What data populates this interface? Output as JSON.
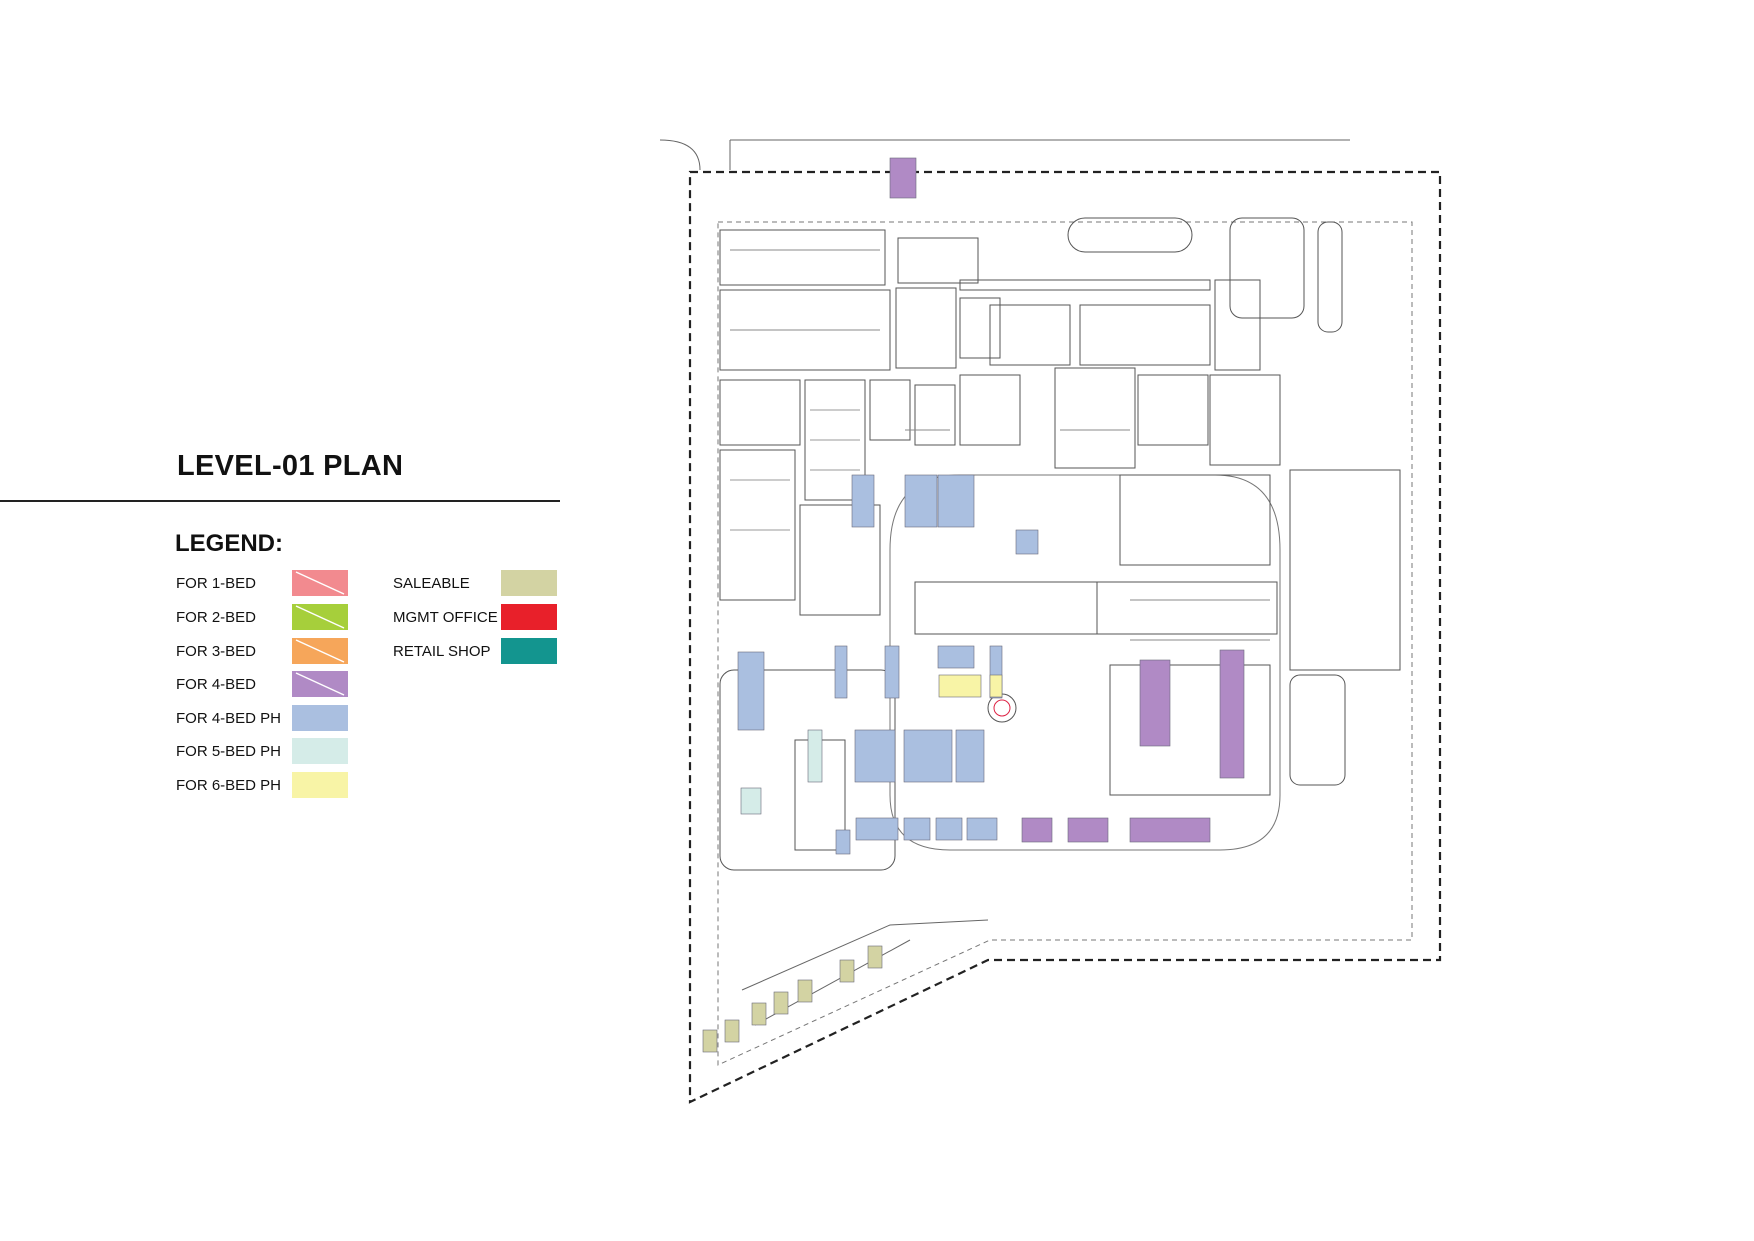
{
  "title": "LEVEL-01 PLAN",
  "legend": {
    "heading": "LEGEND:",
    "left_items": [
      {
        "label": "FOR 1-BED",
        "color": "#f28a8f",
        "hatched": true
      },
      {
        "label": "FOR 2-BED",
        "color": "#a6cf3b",
        "hatched": true
      },
      {
        "label": "FOR 3-BED",
        "color": "#f6a65a",
        "hatched": true
      },
      {
        "label": "FOR 4-BED",
        "color": "#b08ac5",
        "hatched": true
      },
      {
        "label": "FOR 4-BED PH",
        "color": "#aabfe0",
        "hatched": false
      },
      {
        "label": "FOR 5-BED PH",
        "color": "#d5ece8",
        "hatched": false
      },
      {
        "label": "FOR 6-BED PH",
        "color": "#f8f4a6",
        "hatched": false
      }
    ],
    "right_items": [
      {
        "label": "SALEABLE",
        "color": "#d3d3a3",
        "hatched": false
      },
      {
        "label": "MGMT OFFICE",
        "color": "#e8202a",
        "hatched": false
      },
      {
        "label": "RETAIL SHOP",
        "color": "#13958f",
        "hatched": false
      }
    ]
  },
  "plan": {
    "line_color": "#555555",
    "unit_colors": {
      "four_bed": "#b08ac5",
      "four_bed_ph": "#aabfe0",
      "five_bed_ph": "#d5ece8",
      "six_bed_ph": "#f8f4a6",
      "saleable": "#d3d3a3"
    }
  }
}
